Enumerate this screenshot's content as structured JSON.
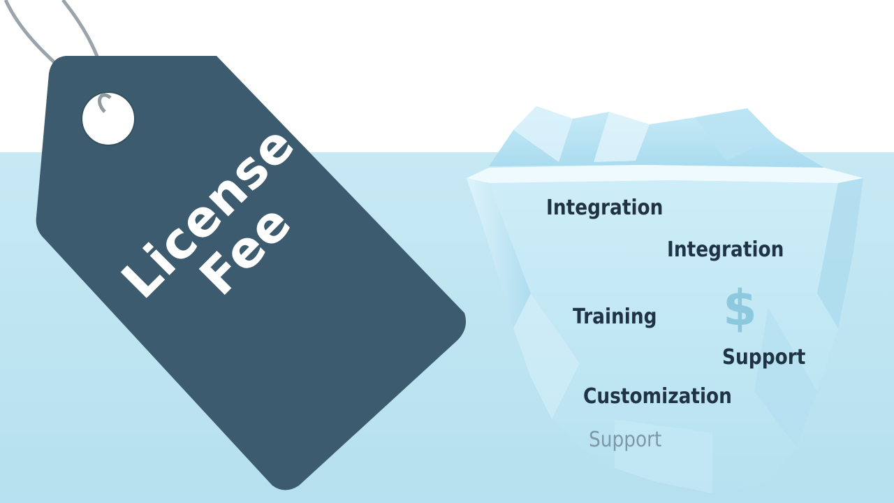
{
  "tag": {
    "line1": "License",
    "line2": "Fee"
  },
  "iceberg": {
    "items": [
      "Integration",
      "Integration",
      "Training",
      "Support",
      "Customization",
      "Support"
    ],
    "dollar_symbol": "dollar-sign-icon"
  },
  "colors": {
    "sky": "#ffffff",
    "water": "#c3e7f3",
    "tag": "#3d5b6e",
    "ice": "#d8f0f8",
    "text": "#1f3344"
  }
}
